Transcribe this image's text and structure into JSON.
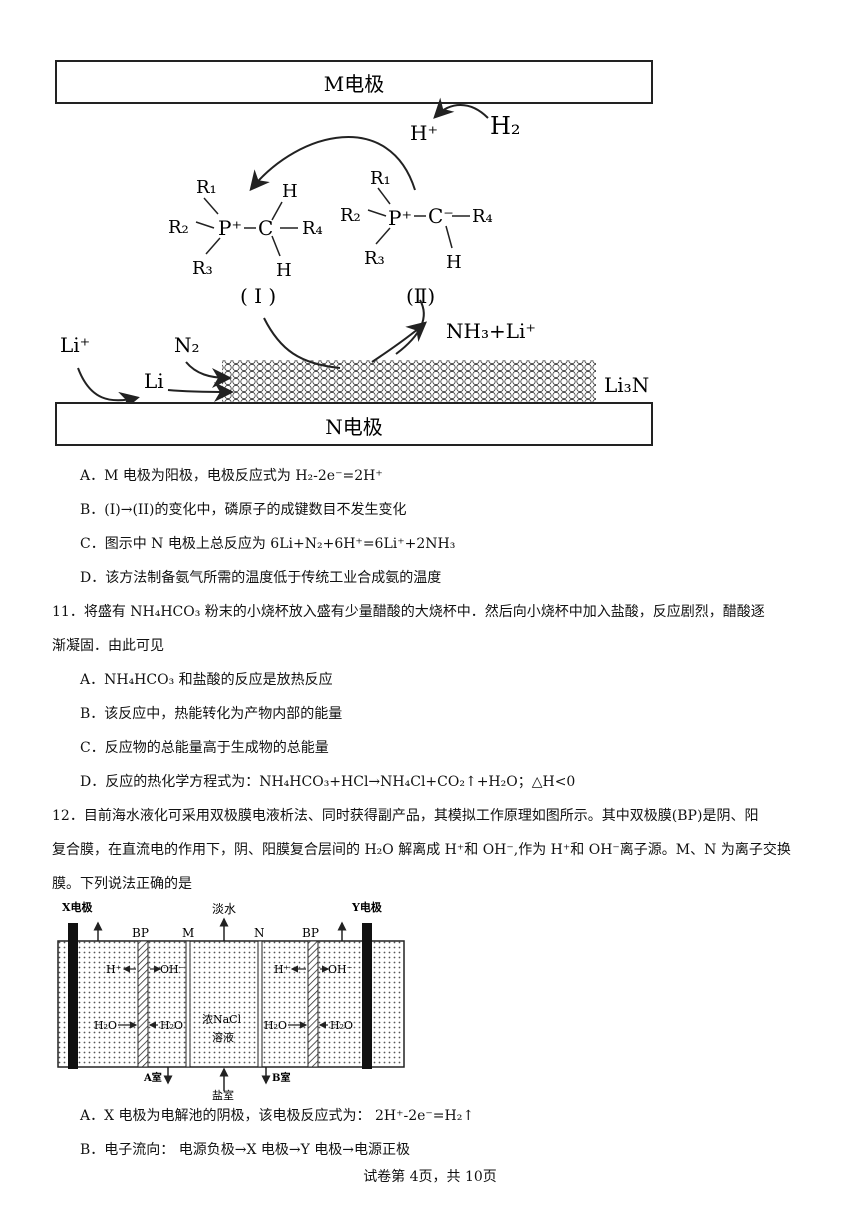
{
  "figure1": {
    "m_electrode": "M电极",
    "n_electrode": "N电极",
    "h_plus": "H⁺",
    "h2": "H₂",
    "li_plus": "Li⁺",
    "li": "Li",
    "n2": "N₂",
    "li3n": "Li₃N",
    "product": "NH₃+Li⁺",
    "label_I": "( I )",
    "label_II": "(Ⅱ)",
    "r1": "R₁",
    "r2": "R₂",
    "r3": "R₃",
    "r4": "R₄",
    "p_plus": "P⁺",
    "c": "C",
    "c_minus": "C⁻",
    "h": "H"
  },
  "q10_options": [
    "A．M 电极为阳极，电极反应式为 H₂-2e⁻=2H⁺",
    "B．(I)→(II)的变化中，磷原子的成键数目不发生变化",
    "C．图示中 N 电极上总反应为 6Li+N₂+6H⁺=6Li⁺+2NH₃",
    "D．该方法制备氨气所需的温度低于传统工业合成氨的温度"
  ],
  "q11": {
    "line1": "11．将盛有 NH₄HCO₃ 粉末的小烧杯放入盛有少量醋酸的大烧杯中．然后向小烧杯中加入盐酸，反应剧烈，醋酸逐",
    "line2": "渐凝固．由此可见",
    "options": [
      "A．NH₄HCO₃ 和盐酸的反应是放热反应",
      "B．该反应中，热能转化为产物内部的能量",
      "C．反应物的总能量高于生成物的总能量",
      "D．反应的热化学方程式为：NH₄HCO₃+HCl→NH₄Cl+CO₂↑+H₂O；△H<0"
    ]
  },
  "q12": {
    "line1": "12．目前海水液化可采用双极膜电液析法、同时获得副产品，其模拟工作原理如图所示。其中双极膜(BP)是阴、阳",
    "line2": "复合膜，在直流电的作用下，阴、阳膜复合层间的 H₂O 解离成 H⁺和 OH⁻,作为 H⁺和 OH⁻离子源。M、N 为离子交换",
    "line3": "膜。下列说法正确的是",
    "options": [
      "A．X 电极为电解池的阴极，该电极反应式为： 2H⁺-2e⁻=H₂↑",
      "B．电子流向： 电源负极→X 电极→Y 电极→电源正极"
    ]
  },
  "figure2": {
    "x_electrode": "X电极",
    "y_electrode": "Y电极",
    "bp": "BP",
    "m": "M",
    "n": "N",
    "fresh_water": "淡水",
    "h_plus": "H⁺",
    "oh_minus": "OH⁻",
    "h2o": "H₂O",
    "nacl1": "浓NaCl",
    "nacl2": "溶液",
    "chamber_a": "A室",
    "chamber_b": "B室",
    "salt_chamber": "盐室"
  },
  "footer": "试卷第 4页，共 10页"
}
